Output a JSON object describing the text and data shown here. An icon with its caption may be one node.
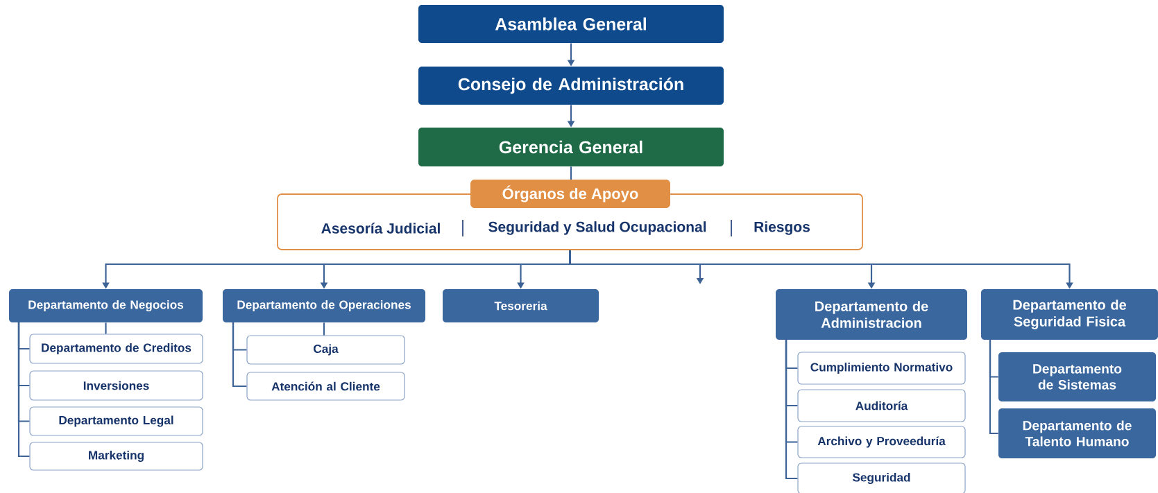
{
  "diagram": {
    "nodes": [
      {
        "text": [
          "Asamblea General"
        ]
      },
      {
        "text": [
          "Consejo de Administración"
        ]
      },
      {
        "text": [
          "Gerencia General"
        ]
      },
      {
        "text": [
          "Órganos de Apoyo",
          "Asesoría Judicial",
          "Seguridad y Salud Ocupacional",
          "Riesgos"
        ]
      },
      {
        "text": [
          "Departamento de Negocios"
        ]
      },
      {
        "text": [
          "Departamento de Creditos"
        ]
      },
      {
        "text": [
          "Inversiones"
        ]
      },
      {
        "text": [
          "Departamento Legal"
        ]
      },
      {
        "text": [
          "Marketing"
        ]
      },
      {
        "text": [
          "Departamento de Operaciones"
        ]
      },
      {
        "text": [
          "Caja"
        ]
      },
      {
        "text": [
          "Atención al Cliente"
        ]
      },
      {
        "text": [
          "Tesoreria"
        ]
      },
      {
        "text": [
          "Departamento de Administracion"
        ]
      },
      {
        "text": [
          "Cumplimiento Normativo"
        ]
      },
      {
        "text": [
          "Auditoría"
        ]
      },
      {
        "text": [
          "Archivo y Proveeduría"
        ]
      },
      {
        "text": [
          "Seguridad"
        ]
      },
      {
        "text": [
          "Departamento de Seguridad Fisica"
        ]
      },
      {
        "text": [
          "Departamento de Sistemas"
        ]
      },
      {
        "text": [
          "Departamento de Talento Humano"
        ]
      }
    ],
    "edges": [
      {
        "from": 0,
        "to": 1,
        "arrow": "to"
      },
      {
        "from": 1,
        "to": 2,
        "arrow": "to"
      },
      {
        "from": 2,
        "to": 3,
        "arrow": "none"
      },
      {
        "from": 3,
        "to": 4,
        "arrow": "to"
      },
      {
        "from": 3,
        "to": 9,
        "arrow": "to"
      },
      {
        "from": 3,
        "to": 12,
        "arrow": "to"
      },
      {
        "from": 3,
        "to": null,
        "arrow": "to"
      },
      {
        "from": 3,
        "to": 13,
        "arrow": "to"
      },
      {
        "from": 3,
        "to": 18,
        "arrow": "to"
      },
      {
        "from": 4,
        "to": 5,
        "arrow": "none"
      },
      {
        "from": 4,
        "to": 6,
        "arrow": "none"
      },
      {
        "from": 4,
        "to": 7,
        "arrow": "none"
      },
      {
        "from": 4,
        "to": 8,
        "arrow": "none"
      },
      {
        "from": 9,
        "to": 10,
        "arrow": "none"
      },
      {
        "from": 9,
        "to": 11,
        "arrow": "none"
      },
      {
        "from": 13,
        "to": 14,
        "arrow": "none"
      },
      {
        "from": 13,
        "to": 15,
        "arrow": "none"
      },
      {
        "from": 13,
        "to": 16,
        "arrow": "none"
      },
      {
        "from": 13,
        "to": 17,
        "arrow": "none"
      },
      {
        "from": 18,
        "to": 19,
        "arrow": "none"
      },
      {
        "from": 18,
        "to": 20,
        "arrow": "none"
      }
    ]
  }
}
